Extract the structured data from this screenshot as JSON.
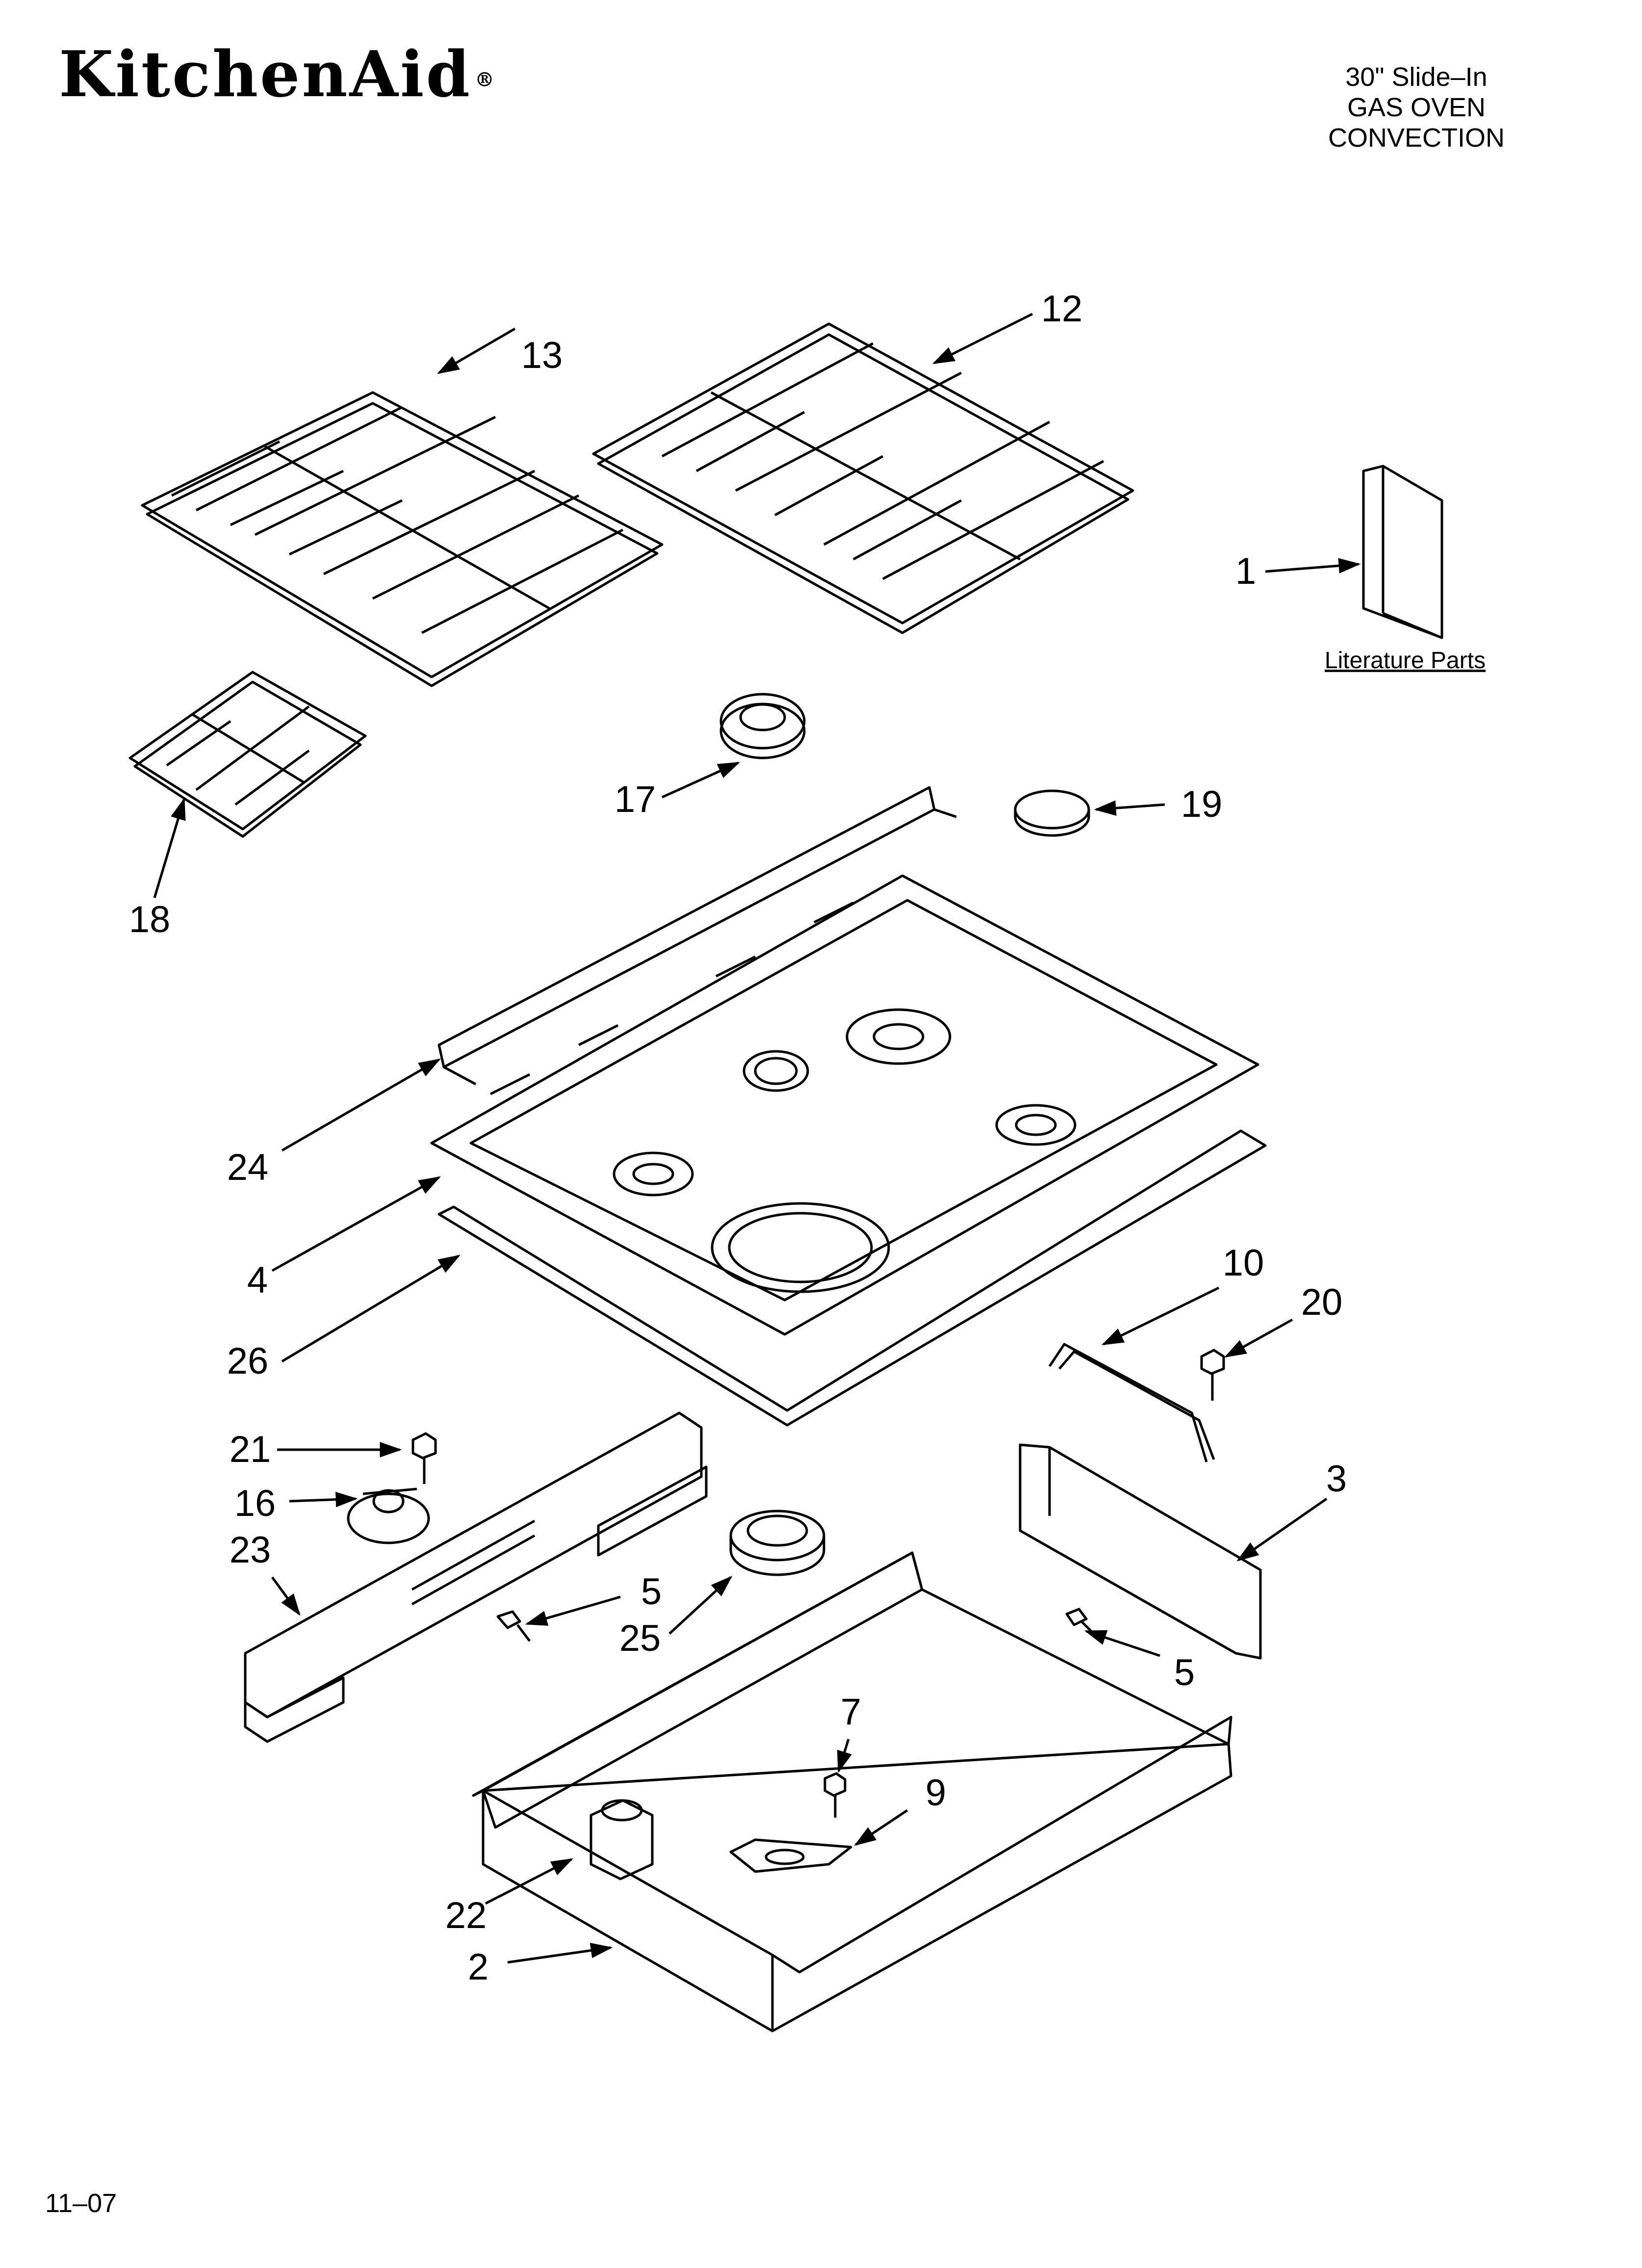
{
  "header": {
    "brand": "KitchenAid",
    "brand_mark": "®",
    "model_lines": [
      "30\" Slide–In",
      "GAS OVEN",
      "CONVECTION"
    ]
  },
  "footer": {
    "date_code": "11–07"
  },
  "literature_label": "Literature Parts",
  "callouts": [
    {
      "id": "c13",
      "text": "13"
    },
    {
      "id": "c12",
      "text": "12"
    },
    {
      "id": "c1",
      "text": "1"
    },
    {
      "id": "c17",
      "text": "17"
    },
    {
      "id": "c19",
      "text": "19"
    },
    {
      "id": "c18",
      "text": "18"
    },
    {
      "id": "c24",
      "text": "24"
    },
    {
      "id": "c4",
      "text": "4"
    },
    {
      "id": "c26",
      "text": "26"
    },
    {
      "id": "c10",
      "text": "10"
    },
    {
      "id": "c20",
      "text": "20"
    },
    {
      "id": "c21",
      "text": "21"
    },
    {
      "id": "c16",
      "text": "16"
    },
    {
      "id": "c23",
      "text": "23"
    },
    {
      "id": "c5a",
      "text": "5"
    },
    {
      "id": "c25",
      "text": "25"
    },
    {
      "id": "c3",
      "text": "3"
    },
    {
      "id": "c5b",
      "text": "5"
    },
    {
      "id": "c7",
      "text": "7"
    },
    {
      "id": "c9",
      "text": "9"
    },
    {
      "id": "c22",
      "text": "22"
    },
    {
      "id": "c2",
      "text": "2"
    }
  ]
}
